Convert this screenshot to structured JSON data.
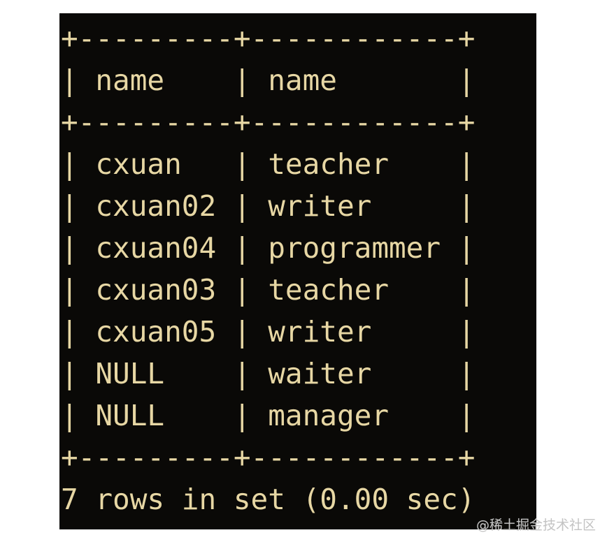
{
  "colors": {
    "page_background": "#ffffff",
    "terminal_background": "#0a0907",
    "terminal_text": "#e7d7a4",
    "watermark_text": "#c3c3c3"
  },
  "terminal": {
    "lines": [
      "+---------+------------+",
      "| name    | name       |",
      "+---------+------------+",
      "| cxuan   | teacher    |",
      "| cxuan02 | writer     |",
      "| cxuan04 | programmer |",
      "| cxuan03 | teacher    |",
      "| cxuan05 | writer     |",
      "| NULL    | waiter     |",
      "| NULL    | manager    |",
      "+---------+------------+",
      "7 rows in set (0.00 sec)"
    ]
  },
  "result_table": {
    "headers": [
      "name",
      "name"
    ],
    "rows": [
      [
        "cxuan",
        "teacher"
      ],
      [
        "cxuan02",
        "writer"
      ],
      [
        "cxuan04",
        "programmer"
      ],
      [
        "cxuan03",
        "teacher"
      ],
      [
        "cxuan05",
        "writer"
      ],
      [
        "NULL",
        "waiter"
      ],
      [
        "NULL",
        "manager"
      ]
    ],
    "row_count": 7,
    "status": "7 rows in set (0.00 sec)"
  },
  "watermark": {
    "text": "@稀土掘金技术社区"
  }
}
